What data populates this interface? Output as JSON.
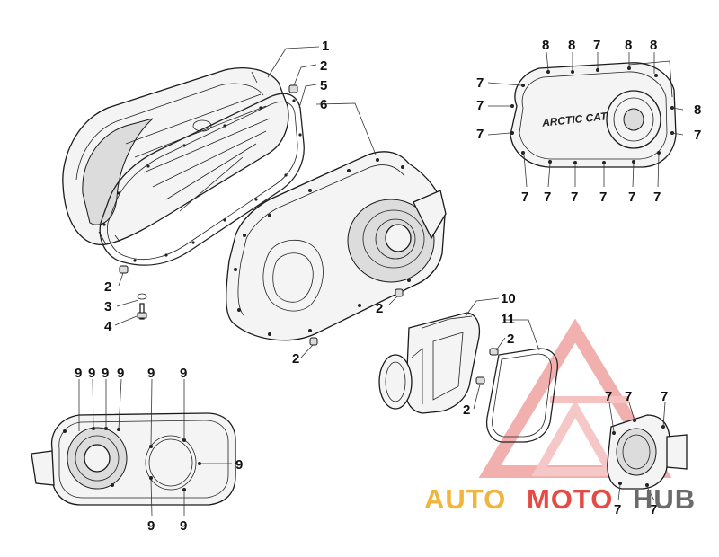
{
  "callouts": {
    "c1": "1",
    "c2a": "2",
    "c5": "5",
    "c6": "6",
    "c2b": "2",
    "c3": "3",
    "c4": "4",
    "c2c": "2",
    "c2d": "2",
    "c10": "10",
    "c11": "11",
    "c2e": "2",
    "c2f": "2",
    "tr_top": [
      "8",
      "8",
      "7",
      "8",
      "8"
    ],
    "tr_left": [
      "7",
      "7",
      "7"
    ],
    "tr_right": [
      "8",
      "7"
    ],
    "tr_bottom": [
      "7",
      "7",
      "7",
      "7",
      "7",
      "7"
    ],
    "bl_top": [
      "9",
      "9",
      "9",
      "9",
      "9",
      "9"
    ],
    "bl_right": "9",
    "bl_bottom": [
      "9",
      "9"
    ],
    "br_top": [
      "7",
      "7",
      "7"
    ],
    "br_bottom": [
      "7",
      "7"
    ]
  },
  "cover_logo": "ARCTIC CAT",
  "watermark": {
    "auto": "AUTO",
    "moto": "MOTO",
    "hub": "HUB",
    "colors": {
      "orange": "#f2b53c",
      "red": "#e74a45",
      "gray": "#6b6b6b"
    }
  }
}
